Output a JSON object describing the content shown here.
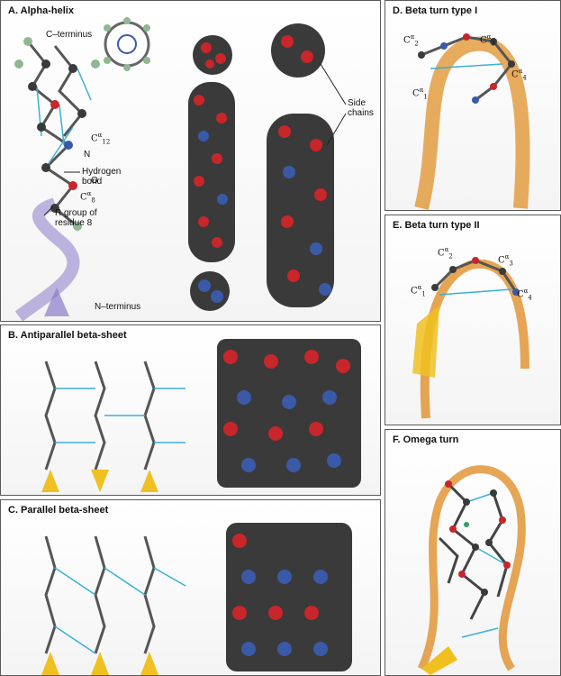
{
  "panels": {
    "a": {
      "title": "A. Alpha-helix",
      "labels": {
        "c_terminus": "C–terminus",
        "n": "N",
        "o": "O",
        "hbond_line1": "Hydrogen",
        "hbond_line2": "bond",
        "rgroup_line1": "R group of",
        "rgroup_line2": "residue 8",
        "n_terminus": "N–terminus",
        "side_line1": "Side",
        "side_line2": "chains",
        "c12_base": "C",
        "c12_sup": "α",
        "c12_sub": "12",
        "c8_base": "C",
        "c8_sup": "α",
        "c8_sub": "8"
      }
    },
    "b": {
      "title": "B. Antiparallel beta-sheet"
    },
    "c": {
      "title": "C. Parallel beta-sheet"
    },
    "d": {
      "title": "D. Beta turn type I",
      "labels": {
        "c1_base": "C",
        "c1_sup": "α",
        "c1_sub": "1",
        "c2_base": "C",
        "c2_sup": "α",
        "c2_sub": "2",
        "c3_base": "C",
        "c3_sup": "α",
        "c3_sub": "3",
        "c4_base": "C",
        "c4_sup": "α",
        "c4_sub": "4"
      }
    },
    "e": {
      "title": "E. Beta turn type II",
      "labels": {
        "c1_base": "C",
        "c1_sup": "α",
        "c1_sub": "1",
        "c2_base": "C",
        "c2_sup": "α",
        "c2_sub": "2",
        "c3_base": "C",
        "c3_sup": "α",
        "c3_sub": "3",
        "c4_base": "C",
        "c4_sup": "α",
        "c4_sub": "4"
      }
    },
    "f": {
      "title": "F. Omega turn"
    }
  },
  "colors": {
    "carbon": "#3a3a3a",
    "oxygen": "#c8262a",
    "nitrogen": "#3a5aa8",
    "hydrogen": "#e8e8ec",
    "r_group": "#8fb890",
    "hbond": "#3ab0d8",
    "ribbon_orange": "#e0902a",
    "arrow_yellow": "#f0c020",
    "helix_purple": "#8a7cc8"
  }
}
